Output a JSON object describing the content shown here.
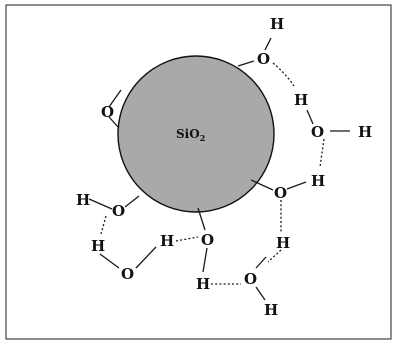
{
  "figure": {
    "particle_label": "SiO",
    "particle_subscript": "2",
    "atom_oxygen": "O",
    "atom_hydrogen": "H"
  },
  "colors": {
    "particle_fill": "#a9a9a9",
    "stroke": "#1a1a1a",
    "frame": "#444444"
  }
}
